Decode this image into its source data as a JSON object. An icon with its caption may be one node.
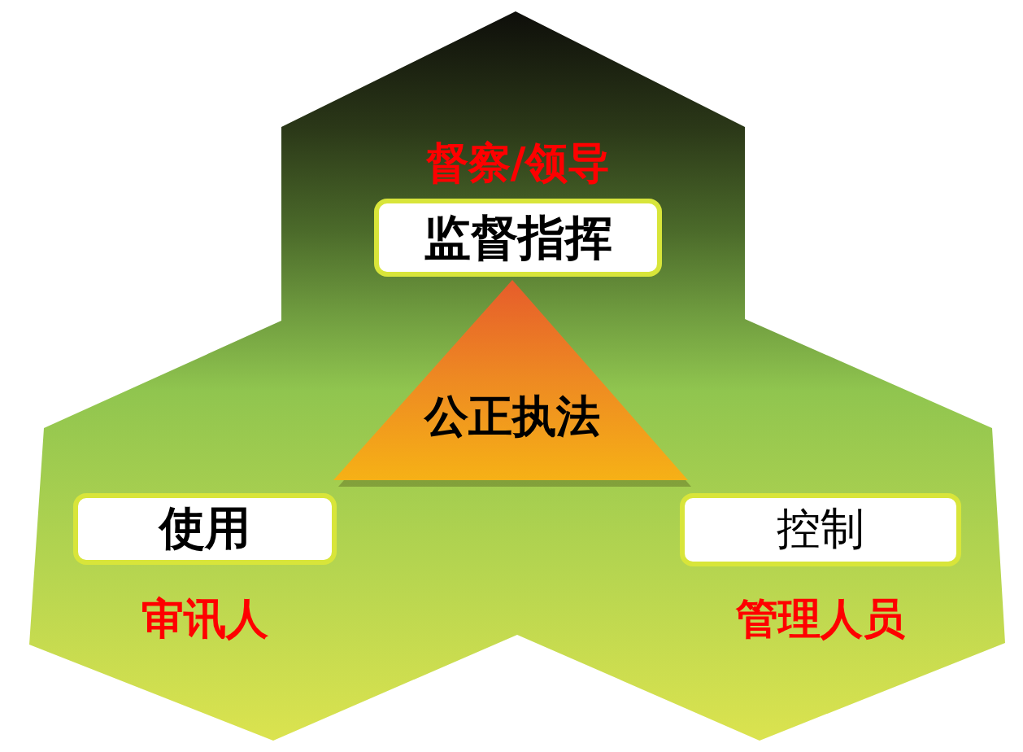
{
  "diagram": {
    "nodes": [
      {
        "text": [],
        "shape": "hexagon"
      },
      {
        "text": [
          "监督指挥"
        ],
        "beside": [
          "督察/领导"
        ],
        "in": 0
      },
      {
        "text": [
          "公正执法"
        ],
        "in": 0
      },
      {
        "text": [
          "使用"
        ],
        "beside": [
          "审讯人"
        ],
        "in": 0
      },
      {
        "text": [
          "控制"
        ],
        "beside": [
          "管理人员"
        ],
        "in": 0
      }
    ]
  }
}
